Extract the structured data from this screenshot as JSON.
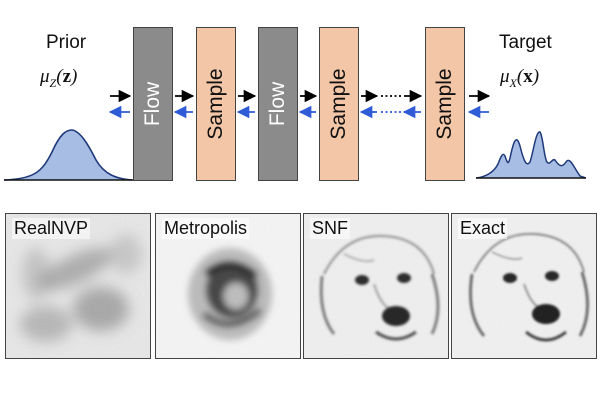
{
  "prior": {
    "label": "Prior",
    "symbol": "μ",
    "subscript": "Z",
    "arg": "z"
  },
  "target": {
    "label": "Target",
    "symbol": "μ",
    "subscript": "X",
    "arg": "x"
  },
  "blocks": [
    "Flow",
    "Sample",
    "Flow",
    "Sample",
    "Sample"
  ],
  "colors": {
    "flow": "#8b8b8b",
    "sample": "#f3c6a7",
    "forward_arrow": "#000000",
    "backward_arrow": "#2f5bd6",
    "density_fill": "#a8bde4",
    "density_line": "#1f3a7a"
  },
  "panels": [
    {
      "label": "RealNVP"
    },
    {
      "label": "Metropolis"
    },
    {
      "label": "SNF"
    },
    {
      "label": "Exact"
    }
  ]
}
